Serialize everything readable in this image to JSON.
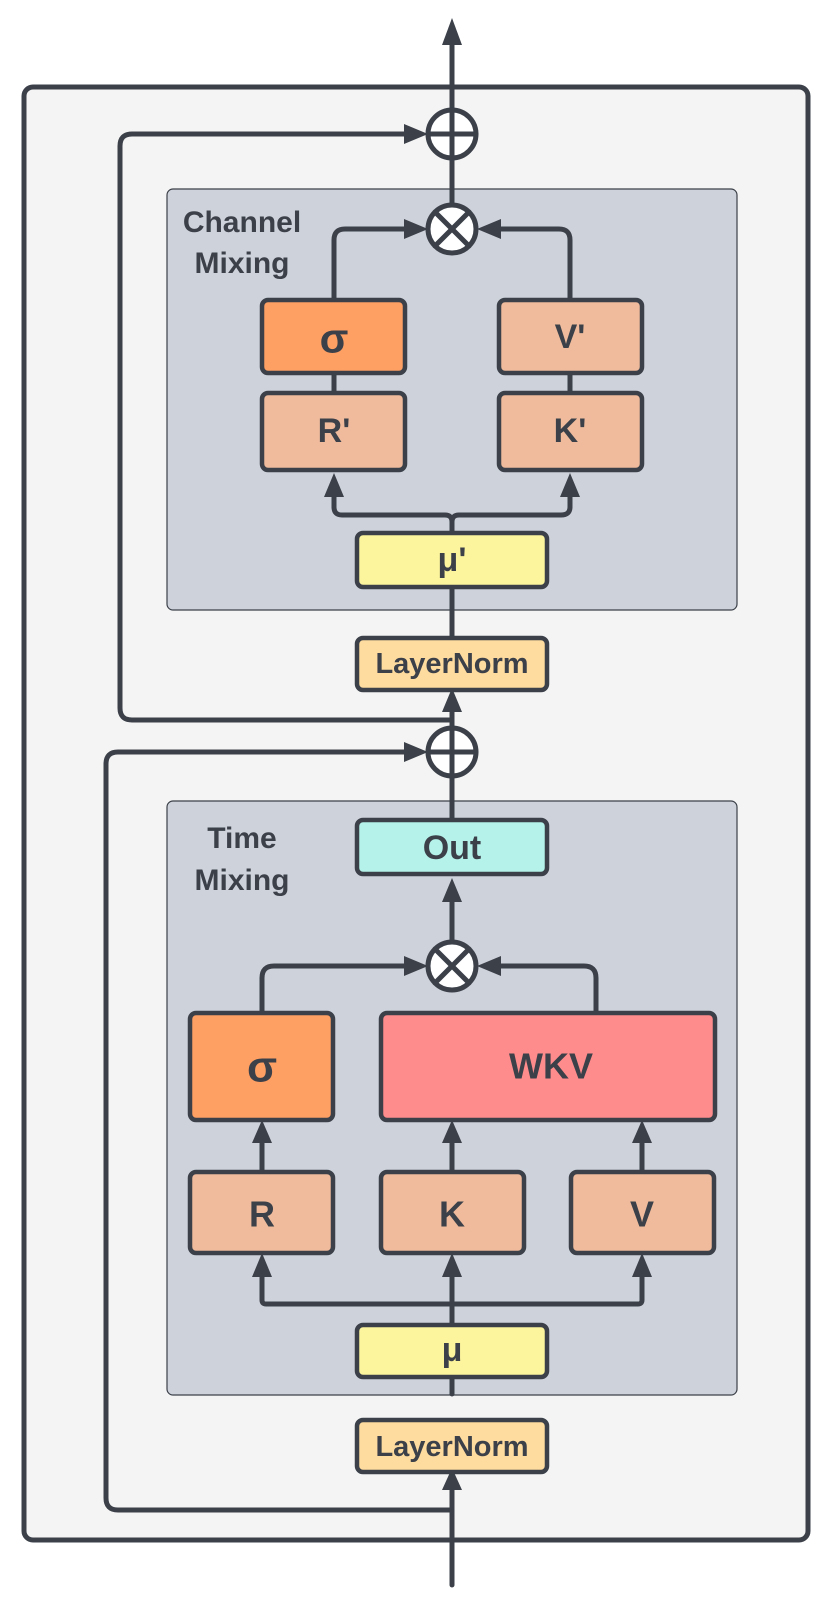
{
  "diagram": {
    "channel_mixing": {
      "section_label_line1": "Channel",
      "section_label_line2": "Mixing",
      "sigma": "σ",
      "v_prime": "V'",
      "r_prime": "R'",
      "k_prime": "K'",
      "mu_prime": "μ'"
    },
    "layernorm_top": "LayerNorm",
    "time_mixing": {
      "section_label_line1": "Time",
      "section_label_line2": "Mixing",
      "out": "Out",
      "sigma": "σ",
      "wkv": "WKV",
      "r": "R",
      "k": "K",
      "v": "V",
      "mu": "μ"
    },
    "layernorm_bottom": "LayerNorm",
    "colors": {
      "block_background": "#f4f4f4",
      "section_background": "#ced3db",
      "sigma": "#fe9f63",
      "projection": "#efbb9c",
      "mix": "#fdf59d",
      "layernorm": "#fedb9e",
      "out": "#b5f2e9",
      "wkv": "#ff8c8c",
      "stroke": "#3b4049"
    }
  }
}
